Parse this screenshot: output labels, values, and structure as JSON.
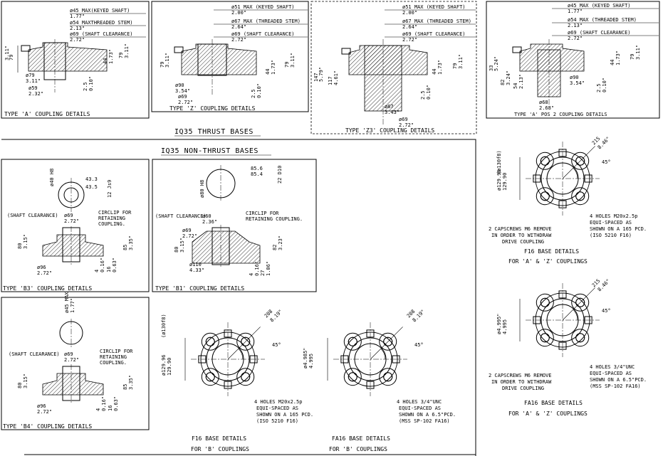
{
  "sections": {
    "thrust_title": "IQ35 THRUST BASES",
    "non_thrust_title": "IQ35 NON-THRUST BASES"
  },
  "type_a": {
    "caption": "TYPE 'A' COUPLING DETAILS",
    "d1": "ø45 MAX(KEYED SHAFT)",
    "d1i": "1.77\"",
    "d2": "ø54 MAXTHREADED STEM)",
    "d2i": "2.13\"",
    "d3": "ø69 (SHAFT CLEARANCE)",
    "d3i": "2.72\"",
    "d4": "ø79",
    "d4i": "3.11\"",
    "d5": "ø59",
    "d5i": "2.32\"",
    "h1": "79",
    "h1i": "3.11\"",
    "h2": "44",
    "h2i": "1.73\"",
    "h3": "2.5",
    "h3i": "0.10\""
  },
  "type_z": {
    "caption": "TYPE 'Z' COUPLING DETAILS",
    "d1": "ø51 MAX (KEYED SHAFT)",
    "d1i": "2.00\"",
    "d2": "ø67 MAX (THREADED STEM)",
    "d2i": "2.64\"",
    "d3": "ø69 (SHAFT CLEARANCE)",
    "d3i": "2.72\"",
    "d4": "ø90",
    "d4i": "3.54\"",
    "d5": "ø69",
    "d5i": "2.72\"",
    "h1": "79",
    "h1i": "3.11\"",
    "h2": "44",
    "h2i": "1.73\"",
    "h3": "2.5",
    "h3i": "0.10\""
  },
  "type_z3": {
    "caption": "TYPE 'Z3' COUPLING DETAILS",
    "d1": "ø51 MAX (KEYED SHAFT)",
    "d1i": "2.00\"",
    "d2": "ø67 MAX (THREADED STEM)",
    "d2i": "2.64\"",
    "d3": "ø69 (SHAFT CLEARANCE)",
    "d3i": "2.72\"",
    "d4": "ø87",
    "d4i": "3.43\"",
    "d5": "ø69",
    "d5i": "2.72\"",
    "h1": "147",
    "h1i": "5.79\"",
    "h2": "117",
    "h2i": "4.61\"",
    "h3": "44",
    "h3i": "1.73\"",
    "h4": "79",
    "h4i": "3.11\"",
    "h5": "2.5",
    "h5i": "0.10\""
  },
  "type_a_pos2": {
    "caption": "TYPE 'A' POS 2 COUPLING DETAILS",
    "d1": "ø45 MAX (KEYED SHAFT)",
    "d1i": "1.77\"",
    "d2": "ø54 MAX (THREADED STEM)",
    "d2i": "2.13\"",
    "d3": "ø69 (SHAFT CLEARANCE)",
    "d3i": "2.72\"",
    "d4": "ø90",
    "d4i": "3.54\"",
    "d5": "ø68",
    "d5i": "2.68\"",
    "h1": "33",
    "h1i": "5.24\"",
    "h2": "82",
    "h2i": "3.24\"",
    "h3": "54",
    "h3i": "2.13\"",
    "h4": "44",
    "h4i": "1.73\"",
    "h5": "79",
    "h5i": "3.11\"",
    "h6": "2.5",
    "h6i": "0.10\""
  },
  "type_b3": {
    "caption": "TYPE 'B3' COUPLING DETAILS",
    "top1": "ø40 H8",
    "top2": "43.3",
    "top3": "43.5",
    "top4": "12 Js9",
    "clear": "(SHAFT CLEARANCE)",
    "d1": "ø69",
    "d1i": "2.72\"",
    "circlip": "CIRCLIP FOR",
    "circlip2": "RETAINING",
    "circlip3": "COUPLING.",
    "h1": "80",
    "h1i": "3.15\"",
    "h2": "85",
    "h2i": "3.35\"",
    "h3": "4",
    "h3i": "0.16\"",
    "h4": "16",
    "h4i": "0.63\"",
    "d2": "ø96",
    "d2i": "2.72\""
  },
  "type_b1": {
    "caption": "TYPE 'B1' COUPLING DETAILS",
    "top1": "85.6",
    "top2": "85.4",
    "top3": "22 D10",
    "top4": "ø80 H8",
    "clear": "(SHAFT CLEARANCE)",
    "d1": "ø60",
    "d1i": "2.36\"",
    "circlip": "CIRCLIP FOR",
    "circlip2": "RETAINING COUPLING.",
    "d2": "ø69",
    "d2i": "2.72\"",
    "h1": "80",
    "h1i": "3.15\"",
    "h2": "82",
    "h2i": "3.23\"",
    "h3": "4",
    "h3i": "0.16\"",
    "h4": "27",
    "h4i": "1.06\"",
    "d3": "ø110",
    "d3i": "4.33\""
  },
  "type_b4": {
    "caption": "TYPE 'B4' COUPLING DETAILS",
    "top1": "ø45 MAX",
    "top1i": "1.77\"",
    "clear": "(SHAFT CLEARANCE)",
    "d1": "ø69",
    "d1i": "2.72\"",
    "circlip": "CIRCLIP FOR",
    "circlip2": "RETAINING",
    "circlip3": "COUPLING.",
    "h1": "80",
    "h1i": "3.15\"",
    "h2": "85",
    "h2i": "3.35\"",
    "h3": "4",
    "h3i": "0.16\"",
    "h4": "16",
    "h4i": "0.63\"",
    "d2": "ø96",
    "d2i": "2.72\""
  },
  "f16_right": {
    "dia": "ø129.96",
    "dia2": "129.90",
    "dia3": "(ø130f8)",
    "dim1": "215",
    "dim1i": "8.46\"",
    "angle": "45°",
    "screw1": "2 CAPSCREWS M6 REMOVE",
    "screw2": "IN ORDER TO WITHDRAW",
    "screw3": "DRIVE COUPLING",
    "holes1": "4 HOLES M20x2.5p",
    "holes2": "EQUI-SPACED AS",
    "holes3": "SHOWN ON A 165 PCD.",
    "holes4": "(ISO 5210 F16)",
    "title": "F16 BASE DETAILS",
    "sub": "FOR 'A' & 'Z' COUPLINGS"
  },
  "fa16_right": {
    "dia": "ø4.995\"",
    "dia2": "4.995",
    "dim1": "215",
    "dim1i": "8.46\"",
    "angle": "45°",
    "screw1": "2 CAPSCREWS M6 REMOVE",
    "screw2": "IN ORDER TO WITHDRAW",
    "screw3": "DRIVE COUPLING",
    "holes1": "4 HOLES 3/4\"UNC",
    "holes2": "EQUI-SPACED AS",
    "holes3": "SHOWN ON A 6.5\"PCD.",
    "holes4": "(MSS SP-102 FA16)",
    "title": "FA16 BASE DETAILS",
    "sub": "FOR 'A' & 'Z' COUPLINGS"
  },
  "f16_b": {
    "dia": "ø129.96",
    "dia2": "129.90",
    "dia3": "(ø130f8)",
    "dim1": "208",
    "dim1i": "8.19\"",
    "angle": "45°",
    "holes1": "4 HOLES M20x2.5p",
    "holes2": "EQUI-SPACED AS",
    "holes3": "SHOWN ON A 165 PCD.",
    "holes4": "(ISO 5210 F16)",
    "title": "F16 BASE DETAILS",
    "sub": "FOR 'B' COUPLINGS"
  },
  "fa16_b": {
    "dia": "ø4.985\"",
    "dia2": "4.995",
    "dim1": "208",
    "dim1i": "8.19\"",
    "angle": "45°",
    "holes1": "4 HOLES 3/4\"UNC",
    "holes2": "EQUI-SPACED AS",
    "holes3": "SHOWN ON A 6.5\"PCD.",
    "holes4": "(MSS SP-102 FA16)",
    "title": "FA16 BASE DETAILS",
    "sub": "FOR 'B' COUPLINGS"
  }
}
